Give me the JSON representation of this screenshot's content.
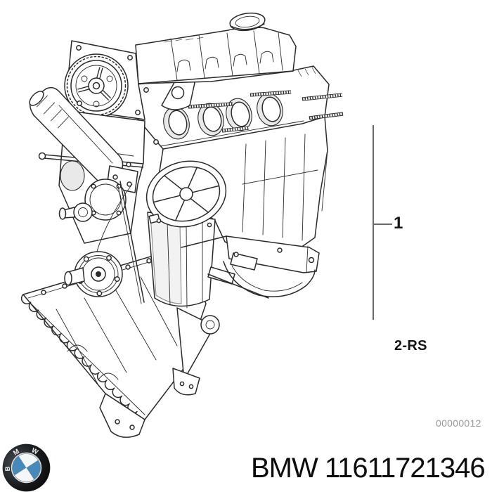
{
  "page": {
    "background": "#ffffff"
  },
  "colors": {
    "line_art": "#2b2b2b",
    "callout_line": "#6a6a6a",
    "sheet_number_gray": "#9a9a9a",
    "text_black": "#0c0c0c",
    "logo_blue": "#4689ba",
    "logo_white_quadrant": "#f4f6f7",
    "logo_ring_dark": "#16181b",
    "logo_letter": "#ececec"
  },
  "diagram": {
    "callout_number": "1",
    "variant_code": "2-RS",
    "sheet_number": "00000012"
  },
  "footer": {
    "brand": "BMW",
    "part_number": "11611721346",
    "logo_letters": [
      "B",
      "M",
      "W"
    ]
  }
}
